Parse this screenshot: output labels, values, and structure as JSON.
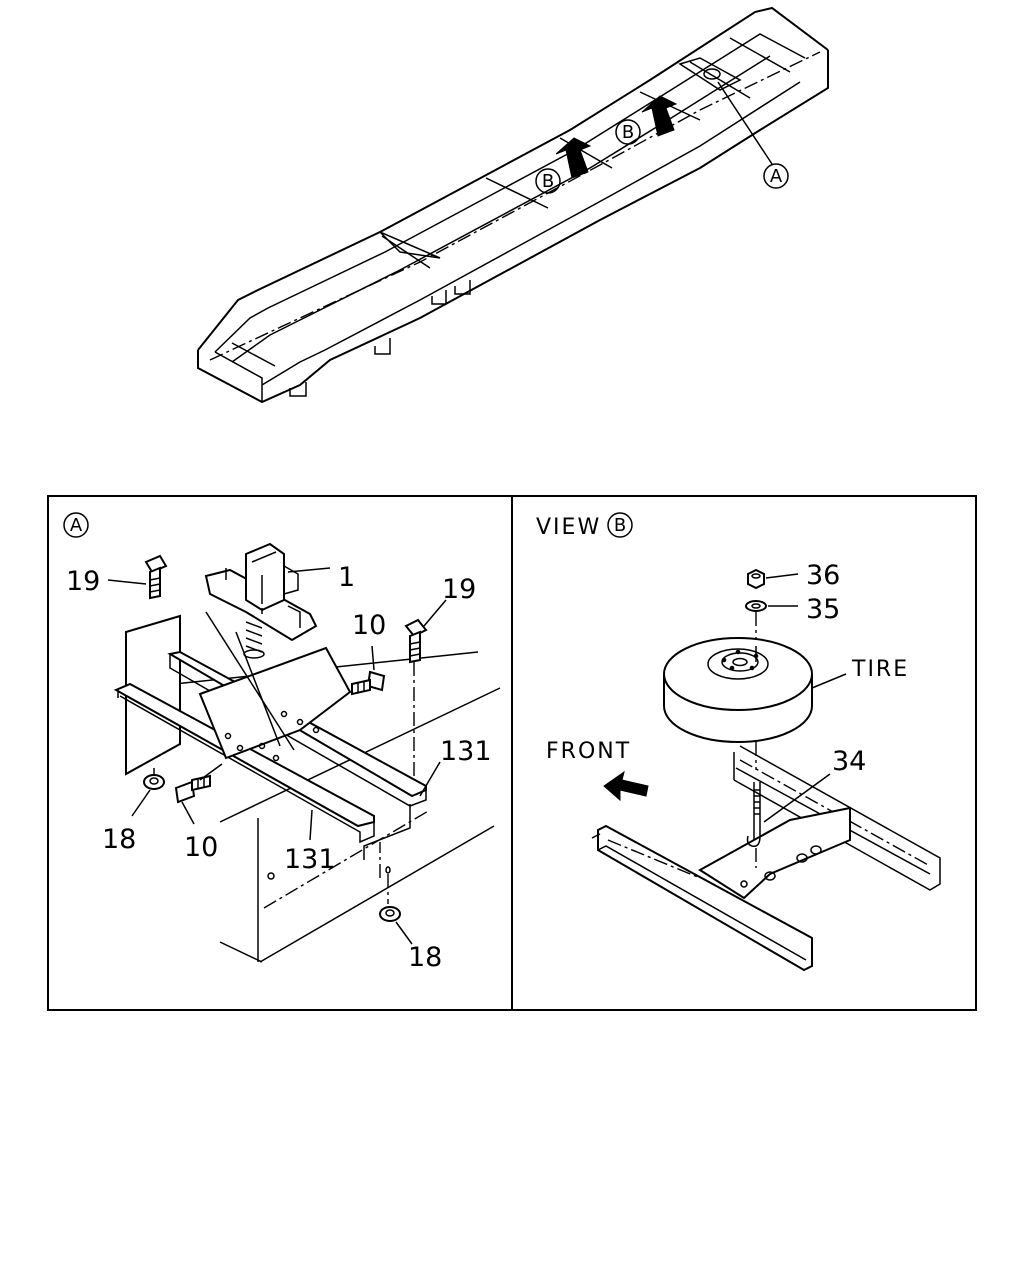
{
  "overview": {
    "marker_a": "A",
    "marker_b1": "B",
    "marker_b2": "B"
  },
  "panel_a": {
    "marker": "A",
    "callouts": {
      "p1": "1",
      "p19_left": "19",
      "p19_right": "19",
      "p10_top": "10",
      "p10_bottom": "10",
      "p131_right": "131",
      "p131_bottom": "131",
      "p18_left": "18",
      "p18_right": "18"
    }
  },
  "panel_b": {
    "view_text": "VIEW",
    "marker": "B",
    "callouts": {
      "p36": "36",
      "p35": "35",
      "tire": "TIRE",
      "front": "FRONT",
      "p34": "34"
    }
  }
}
